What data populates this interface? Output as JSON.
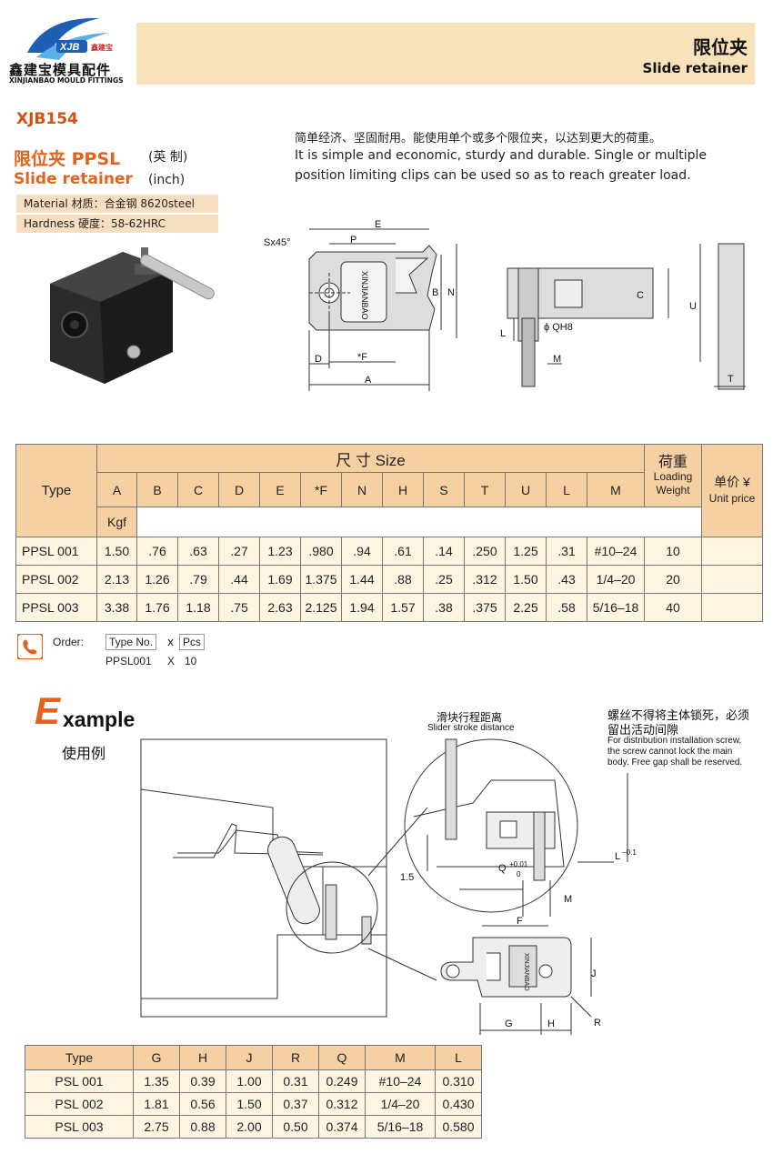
{
  "brand": {
    "logo_text": "XJB",
    "logo_small_cn": "鑫建宝",
    "name_cn": "鑫建宝模具配件",
    "name_en": "XINJIANBAO MOULD FITTINGS",
    "accent_color": "#e2621e",
    "header_color": "#f9e1b9"
  },
  "header": {
    "title_cn": "限位夹",
    "title_en": "Slide retainer"
  },
  "product": {
    "code": "XJB154",
    "name_cn": "限位夹 PPSL",
    "name_cn_unit": "(英 制)",
    "name_en": "Slide retainer",
    "name_en_unit": "(inch)",
    "material": "Material 材质：合金钢 8620steel",
    "hardness": "Hardness 硬度：58-62HRC",
    "desc_cn": "简单经济、坚固耐用。能使用单个或多个限位夹，以达到更大的荷重。",
    "desc_en_1": "It is simple and economic, sturdy and durable. Single or multiple",
    "desc_en_2": "position limiting clips can be used so as to reach greater load."
  },
  "drawing": {
    "labels": {
      "s45": "Sx45°",
      "E": "E",
      "P": "P",
      "B": "B",
      "N": "N",
      "D": "D",
      "F": "*F",
      "A": "A",
      "L": "L",
      "Q": "ϕ QH8",
      "M": "M",
      "C": "C",
      "U": "U",
      "T": "T"
    },
    "mark_text": "XINJIANBAO"
  },
  "spec_table": {
    "type_header": "Type",
    "size_header": "尺 寸 Size",
    "load_header_cn": "荷重",
    "load_header_en1": "Loading",
    "load_header_en2": "Weight",
    "load_unit": "Kgf",
    "price_header_cn": "单价 ¥",
    "price_header_en": "Unit price",
    "columns": [
      "A",
      "B",
      "C",
      "D",
      "E",
      "*F",
      "N",
      "H",
      "S",
      "T",
      "U",
      "L",
      "M"
    ],
    "rows": [
      {
        "type": "PPSL  001",
        "values": [
          "1.50",
          ".76",
          ".63",
          ".27",
          "1.23",
          ".980",
          ".94",
          ".61",
          ".14",
          ".250",
          "1.25",
          ".31",
          "#10–24"
        ],
        "load": "10",
        "price": ""
      },
      {
        "type": "PPSL  002",
        "values": [
          "2.13",
          "1.26",
          ".79",
          ".44",
          "1.69",
          "1.375",
          "1.44",
          ".88",
          ".25",
          ".312",
          "1.50",
          ".43",
          "1/4–20"
        ],
        "load": "20",
        "price": ""
      },
      {
        "type": "PPSL  003",
        "values": [
          "3.38",
          "1.76",
          "1.18",
          ".75",
          "2.63",
          "2.125",
          "1.94",
          "1.57",
          ".38",
          ".375",
          "2.25",
          ".58",
          "5/16–18"
        ],
        "load": "40",
        "price": ""
      }
    ]
  },
  "order": {
    "label": "Order:",
    "type_box": "Type No.",
    "x": "x",
    "pcs_box": "Pcs",
    "example_type": "PPSL001",
    "example_x": "X",
    "example_pcs": "10"
  },
  "example": {
    "title_first": "E",
    "title_rest": "xample",
    "subtitle_cn": "使用例",
    "stroke_cn": "滑块行程距离",
    "stroke_en": "Slider stroke distance",
    "screw_note_cn_1": "螺丝不得将主体锁死，必须",
    "screw_note_cn_2": "留出活动间隙",
    "screw_note_en_1": "For distribution installation screw,",
    "screw_note_en_2": "the screw cannot lock the main",
    "screw_note_en_3": "body. Free gap shall be reserved.",
    "dim_15": "1.5",
    "dim_q": "Q",
    "dim_q_tol": "+0.01",
    "dim_q_tol2": "0",
    "dim_L": "L",
    "dim_L_tol": "−0.1",
    "dim_M": "M",
    "dim_F": "F",
    "dim_J": "J",
    "dim_G": "G",
    "dim_H": "H",
    "dim_R": "R",
    "mark_text": "XINJIANBAO"
  },
  "example_table": {
    "headers": [
      "Type",
      "G",
      "H",
      "J",
      "R",
      "Q",
      "M",
      "L"
    ],
    "rows": [
      [
        "PSL 001",
        "1.35",
        "0.39",
        "1.00",
        "0.31",
        "0.249",
        "#10–24",
        "0.310"
      ],
      [
        "PSL 002",
        "1.81",
        "0.56",
        "1.50",
        "0.37",
        "0.312",
        "1/4–20",
        "0.430"
      ],
      [
        "PSL 003",
        "2.75",
        "0.88",
        "2.00",
        "0.50",
        "0.374",
        "5/16–18",
        "0.580"
      ]
    ]
  }
}
